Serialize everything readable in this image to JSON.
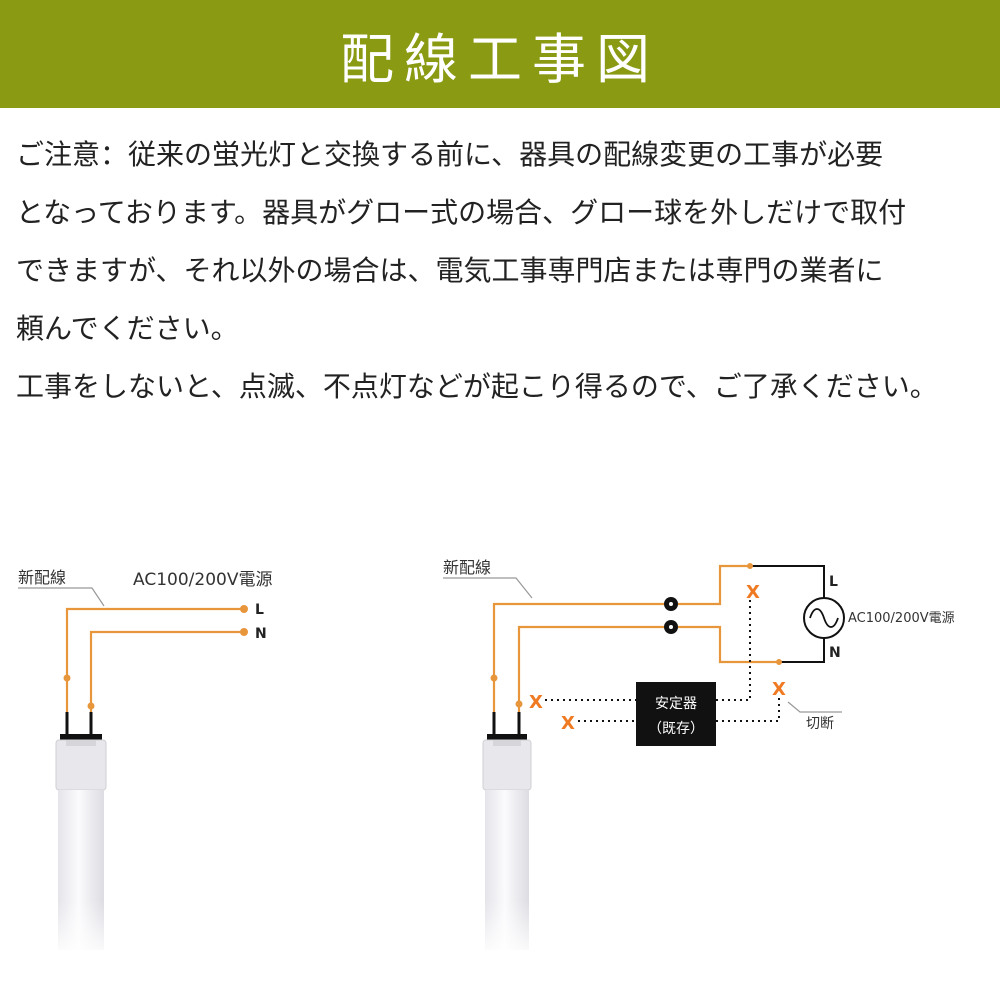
{
  "header": {
    "title": "配線工事図"
  },
  "notice": {
    "lines": [
      "ご注意：従来の蛍光灯と交換する前に、器具の配線変更の工事が必要",
      "となっております。器具がグロー式の場合、グロー球を外しだけで取付",
      "できますが、それ以外の場合は、電気工事専門店または専門の業者に",
      "頼んでください。",
      "工事をしないと、点滅、不点灯などが起こり得るので、ご了承ください。"
    ]
  },
  "diagram_left": {
    "new_wiring_label": "新配線",
    "power_label": "AC100/200V電源",
    "terminal_l": "L",
    "terminal_n": "N"
  },
  "diagram_right": {
    "new_wiring_label": "新配線",
    "power_label": "AC100/200V電源",
    "terminal_l": "L",
    "terminal_n": "N",
    "ballast_line1": "安定器",
    "ballast_line2": "（既存）",
    "cut_label": "切断",
    "cut_mark": "X"
  },
  "colors": {
    "header_bg": "#8a9a12",
    "wire_orange": "#e8963c",
    "cut_mark": "#ef7a22",
    "black": "#111111"
  }
}
